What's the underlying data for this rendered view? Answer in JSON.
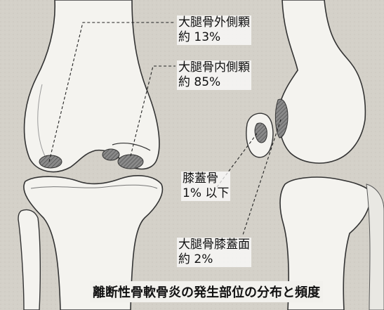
{
  "labels": {
    "lateral_condyle": {
      "name": "大腿骨外側顆",
      "value": "約 13%"
    },
    "medial_condyle": {
      "name": "大腿骨内側顆",
      "value": "約 85%"
    },
    "patella": {
      "name": "膝蓋骨",
      "value": "1% 以下"
    },
    "patellar_surface": {
      "name": "大腿骨膝蓋面",
      "value": "約 2%"
    }
  },
  "caption": "離断性骨軟骨炎の発生部位の分布と頻度"
}
